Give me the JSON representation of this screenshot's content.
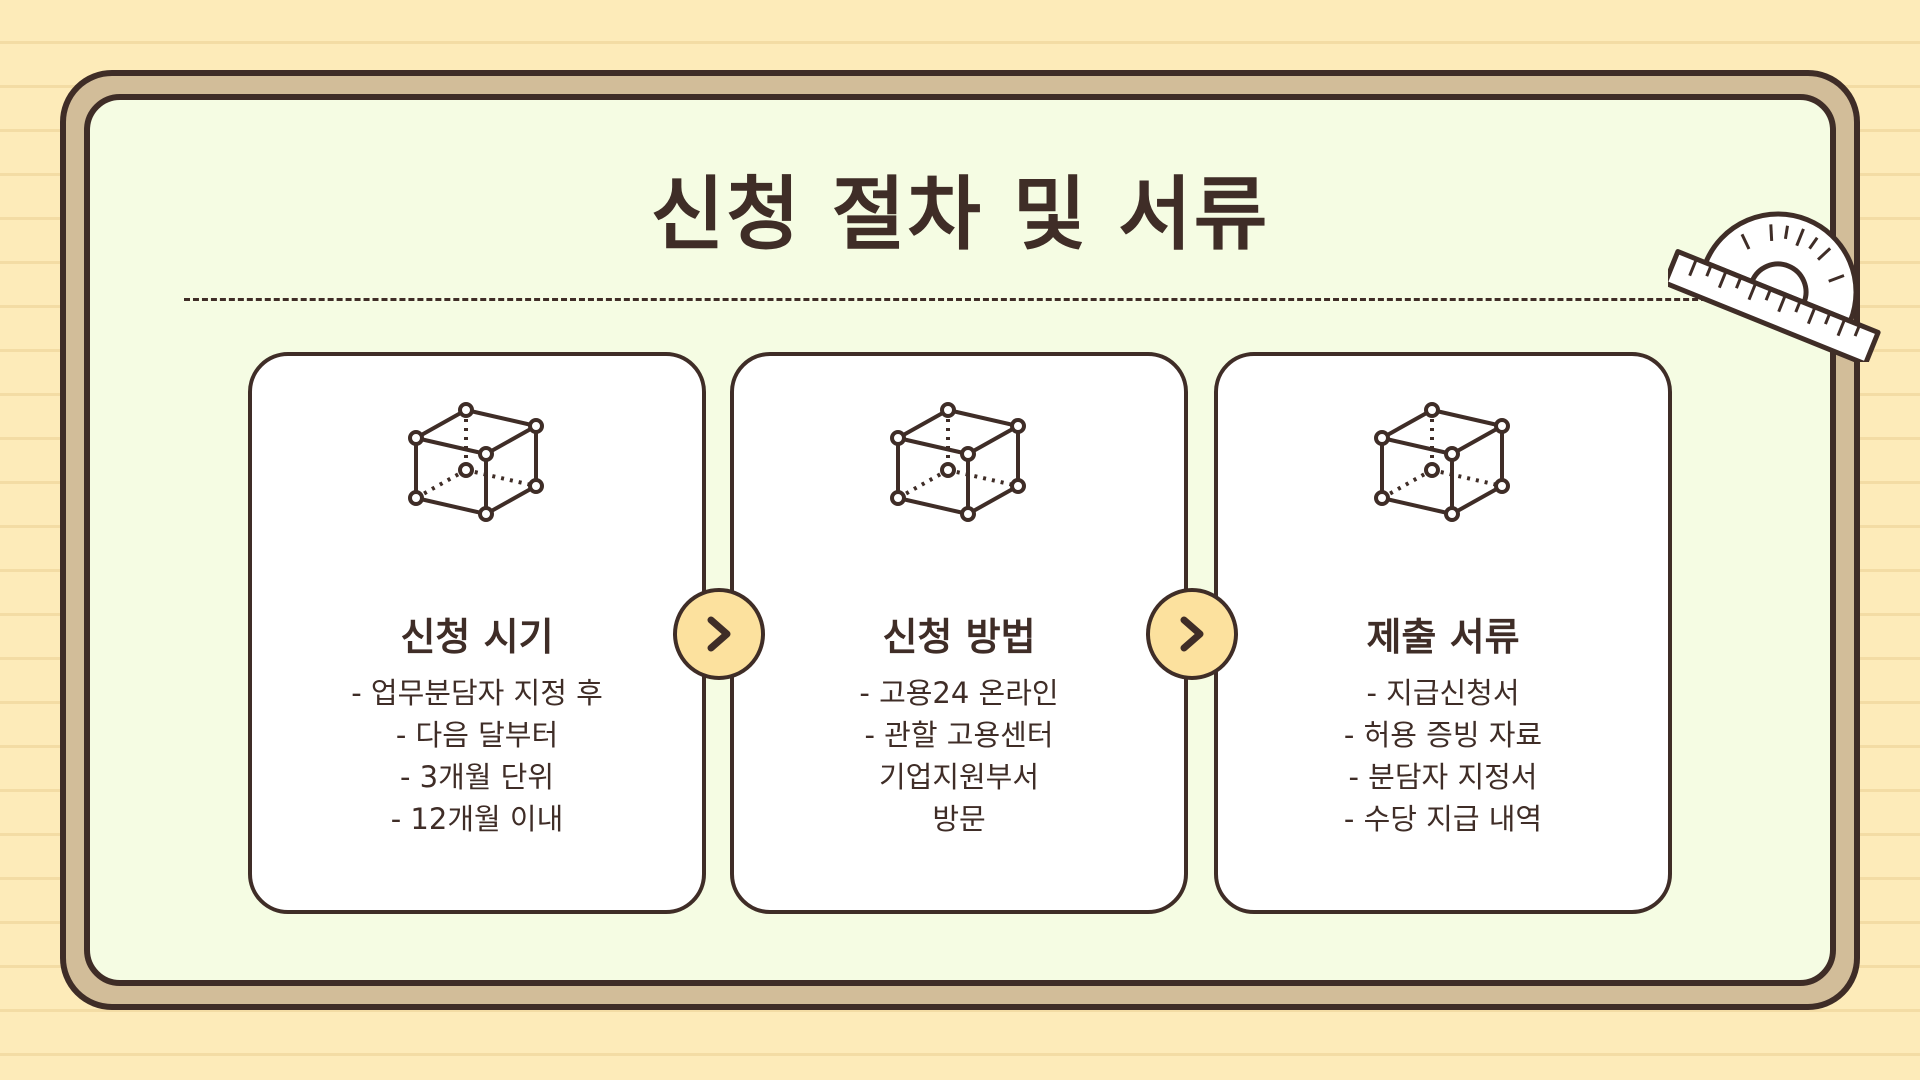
{
  "title": "신청 절차 및 서류",
  "cards": [
    {
      "icon": "cube-icon",
      "title": "신청 시기",
      "lines": [
        "- 업무분담자 지정 후",
        "- 다음 달부터",
        "- 3개월 단위",
        "- 12개월 이내"
      ]
    },
    {
      "icon": "cube-icon",
      "title": "신청 방법",
      "lines": [
        "- 고용24 온라인",
        "- 관할 고용센터",
        "기업지원부서",
        "방문"
      ]
    },
    {
      "icon": "cube-icon",
      "title": "제출 서류",
      "lines": [
        "- 지급신청서",
        "- 허용 증빙 자료",
        "- 분담자 지정서",
        "- 수당 지급 내역"
      ]
    }
  ],
  "connectors": [
    "chevron-right-icon",
    "chevron-right-icon"
  ],
  "decoration": "protractor-icon",
  "colors": {
    "background": "#FDEBB9",
    "frame": "#D2BD99",
    "panel": "#F5FCE3",
    "card": "#FFFFFF",
    "outline": "#3F2D27",
    "accent": "#FCE19E"
  }
}
